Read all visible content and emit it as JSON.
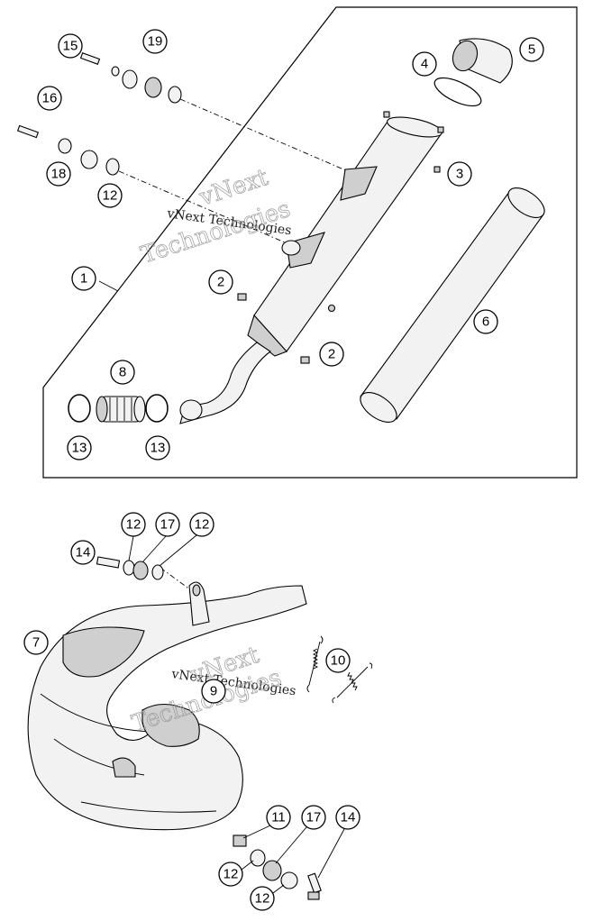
{
  "watermark": {
    "line1": "vNext Technologies",
    "outline1": "vNext",
    "outline2": "Technologies"
  },
  "callouts": {
    "c1": "1",
    "c2a": "2",
    "c2b": "2",
    "c3": "3",
    "c4": "4",
    "c5": "5",
    "c6": "6",
    "c7": "7",
    "c8": "8",
    "c9": "9",
    "c10": "10",
    "c11": "11",
    "c12a": "12",
    "c12b": "12",
    "c12c": "12",
    "c12d": "12",
    "c12e": "12",
    "c13a": "13",
    "c13b": "13",
    "c14a": "14",
    "c14b": "14",
    "c15": "15",
    "c16": "16",
    "c17a": "17",
    "c17b": "17",
    "c18": "18",
    "c19": "19"
  }
}
